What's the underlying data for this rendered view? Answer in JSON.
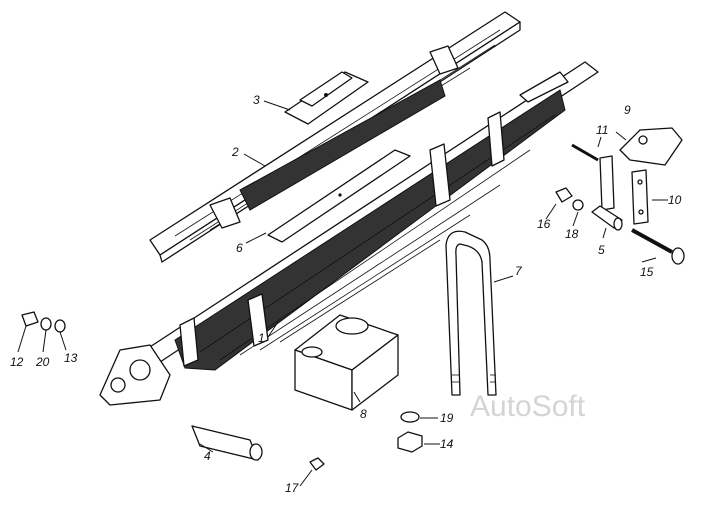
{
  "watermark": "AutoSoft",
  "callouts": [
    {
      "id": "1",
      "text": "1"
    },
    {
      "id": "2",
      "text": "2"
    },
    {
      "id": "3",
      "text": "3"
    },
    {
      "id": "4",
      "text": "4"
    },
    {
      "id": "5",
      "text": "5"
    },
    {
      "id": "6",
      "text": "6"
    },
    {
      "id": "7",
      "text": "7"
    },
    {
      "id": "8",
      "text": "8"
    },
    {
      "id": "9",
      "text": "9"
    },
    {
      "id": "10",
      "text": "10"
    },
    {
      "id": "11",
      "text": "11"
    },
    {
      "id": "12",
      "text": "12"
    },
    {
      "id": "13",
      "text": "13"
    },
    {
      "id": "14",
      "text": "14"
    },
    {
      "id": "15",
      "text": "15"
    },
    {
      "id": "16",
      "text": "16"
    },
    {
      "id": "17",
      "text": "17"
    },
    {
      "id": "18",
      "text": "18"
    },
    {
      "id": "19",
      "text": "19"
    },
    {
      "id": "20",
      "text": "20"
    }
  ]
}
